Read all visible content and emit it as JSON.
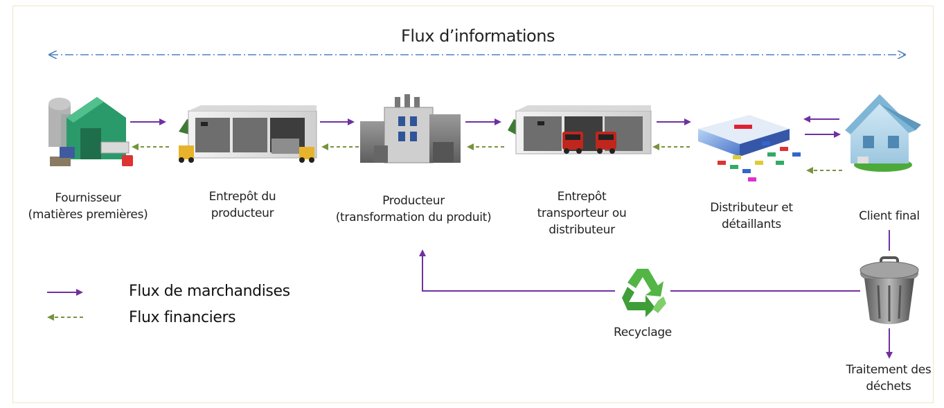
{
  "title": "Flux d’informations",
  "nodes": [
    {
      "id": "fournisseur",
      "label": "Fournisseur\n(matières premières)"
    },
    {
      "id": "entrepot_producteur",
      "label": "Entrepôt du\nproducteur"
    },
    {
      "id": "producteur",
      "label": "Producteur\n(transformation du produit)"
    },
    {
      "id": "entrepot_transporteur",
      "label": "Entrepôt\ntransporteur ou\ndistributeur"
    },
    {
      "id": "distributeur",
      "label": "Distributeur et\ndétaillants"
    },
    {
      "id": "client",
      "label": "Client final"
    }
  ],
  "recycling": {
    "label": "Recyclage"
  },
  "waste": {
    "label": "Traitement des\ndéchets"
  },
  "legend": {
    "goods": "Flux de marchandises",
    "financial": "Flux financiers"
  },
  "colors": {
    "goods_flow": "#7030a0",
    "financial_flow": "#77933c",
    "information_flow": "#4f81bd"
  }
}
